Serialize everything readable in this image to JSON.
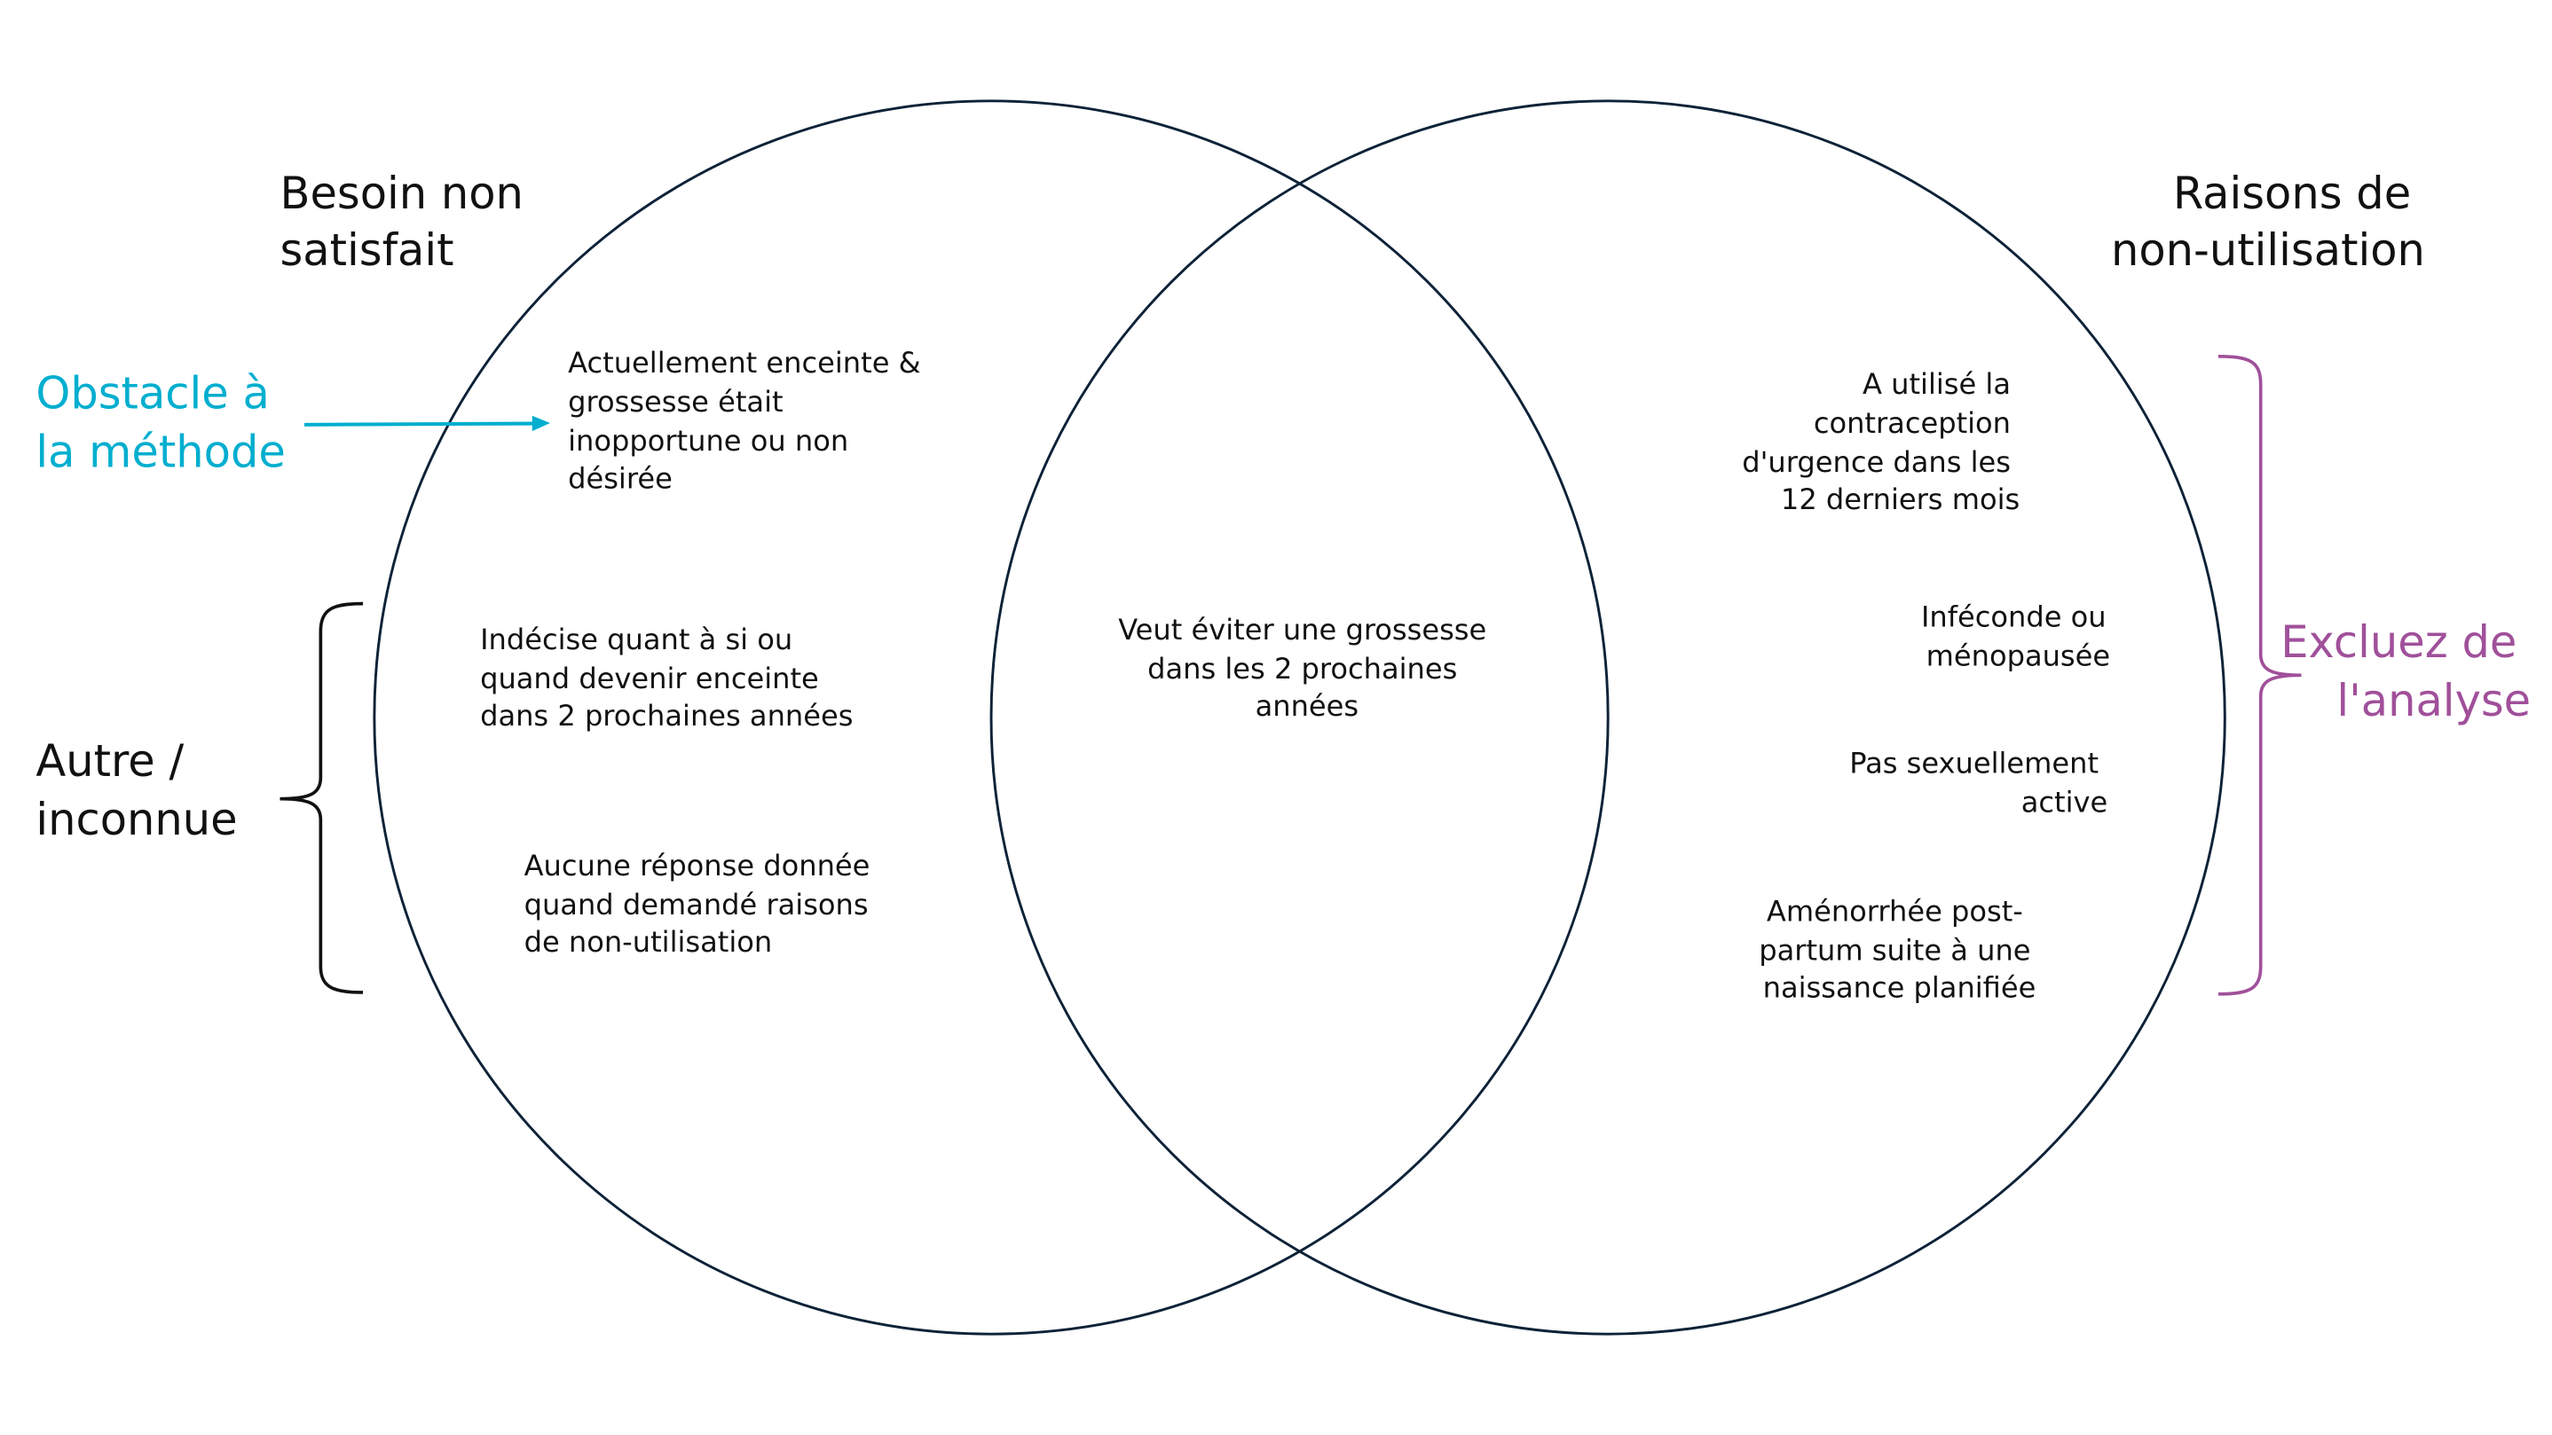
{
  "colors": {
    "circle": "#0D2238",
    "obstacle": "#00AECF",
    "exclude": "#A0509A",
    "text": "#111111"
  },
  "left_circle": {
    "title": [
      "Besoin non",
      "satisfait"
    ]
  },
  "right_circle": {
    "title": [
      "Raisons de",
      "non-utilisation"
    ]
  },
  "obstacle_label": [
    "Obstacle à",
    "la méthode"
  ],
  "other_label": [
    "Autre /",
    "inconnue"
  ],
  "exclude_label": [
    "Excluez de",
    "l'analyse"
  ],
  "left_items": {
    "pregnant": [
      "Actuellement enceinte &",
      "grossesse était",
      "inopportune ou non",
      "désirée"
    ],
    "undecided": [
      "Indécise quant à si ou",
      "quand devenir enceinte",
      "dans 2 prochaines années"
    ],
    "no_answer": [
      "Aucune réponse donnée",
      "quand demandé raisons",
      "de non-utilisation"
    ]
  },
  "intersection": [
    "Veut éviter une grossesse",
    "dans les 2 prochaines",
    "années"
  ],
  "right_items": {
    "emergency": [
      "A utilisé la",
      "contraception",
      "d'urgence dans les",
      "12 derniers mois"
    ],
    "infecund": [
      "Inféconde ou",
      "ménopausée"
    ],
    "not_active": [
      "Pas sexuellement",
      "active"
    ],
    "amenorrhea": [
      "Aménorrhée post-",
      "partum suite à une",
      "naissance planifiée"
    ]
  }
}
